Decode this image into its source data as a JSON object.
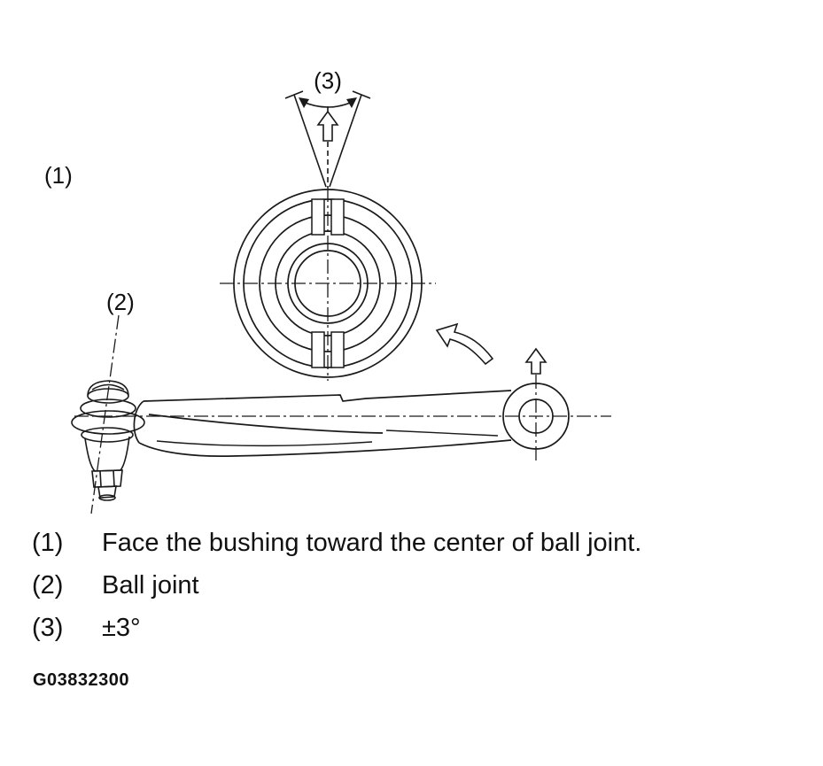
{
  "figure": {
    "code": "G03832300"
  },
  "callouts": {
    "label1": "(1)",
    "label2": "(2)",
    "label3": "(3)"
  },
  "legend": {
    "items": [
      {
        "ref": "(1)",
        "text": "Face the bushing toward the center of ball joint."
      },
      {
        "ref": "(2)",
        "text": "Ball joint"
      },
      {
        "ref": "(3)",
        "text": "±3°"
      }
    ]
  },
  "diagram": {
    "description": "Front suspension lower control arm with bushing front view, ball joint and angle tolerance indicator",
    "line_color": "#1a1a1a",
    "background_color": "#ffffff"
  }
}
